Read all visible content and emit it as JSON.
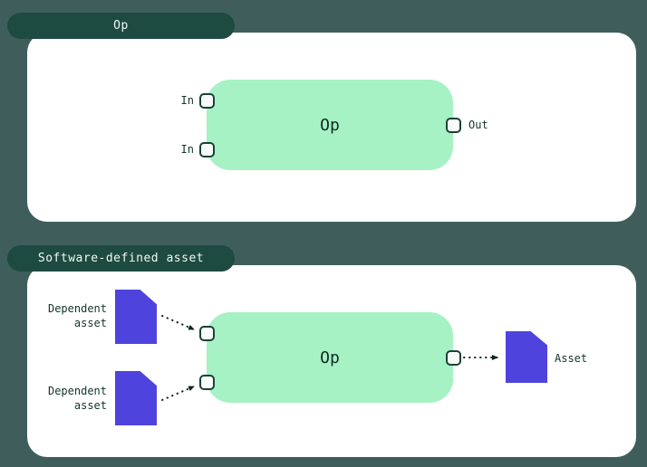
{
  "colors": {
    "background": "#3f5e5b",
    "tab_bg": "#1e4b41",
    "tab_text": "#f2f7f5",
    "panel_bg": "#ffffff",
    "node_bg": "#a6f2c4",
    "node_text": "#0d2b24",
    "handle_border": "#1c4038",
    "handle_bg": "#f7fcf9",
    "asset_fill": "#4f43dd",
    "label_text": "#15332d",
    "arrow": "#10241f"
  },
  "op_section": {
    "tab_label": "Op",
    "node_label": "Op",
    "input_labels": [
      "In",
      "In"
    ],
    "output_label": "Out"
  },
  "asset_section": {
    "tab_label": "Software-defined asset",
    "node_label": "Op",
    "dependent_labels": [
      "Dependent asset",
      "Dependent asset"
    ],
    "asset_label": "Asset"
  }
}
